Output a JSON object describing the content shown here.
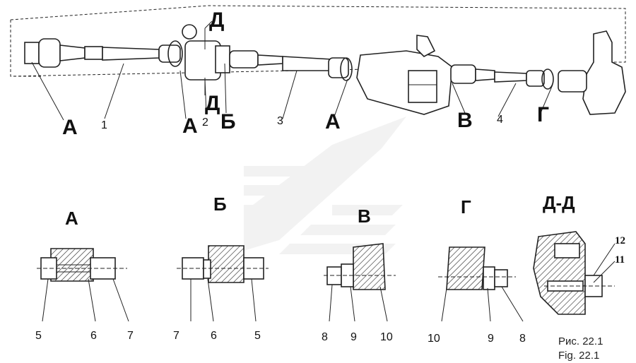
{
  "callouts": {
    "section_mark_top": "Д",
    "section_mark_bottom": "Д",
    "view_a_1": "А",
    "part_1": "1",
    "view_a_2": "А",
    "part_2": "2",
    "view_b": "Б",
    "part_3": "3",
    "view_a_3": "А",
    "view_v": "В",
    "part_4": "4",
    "view_g": "Г"
  },
  "detail_titles": {
    "a": "А",
    "b": "Б",
    "v": "В",
    "g": "Г",
    "dd": "Д-Д"
  },
  "detail_labels": {
    "a": [
      "5",
      "6",
      "7"
    ],
    "b": [
      "7",
      "6",
      "5"
    ],
    "v": [
      "8",
      "9",
      "10"
    ],
    "g": [
      "10",
      "9",
      "8"
    ],
    "dd": [
      "12",
      "11"
    ]
  },
  "caption": {
    "ru": "Рис. 22.1",
    "en": "Fig. 22.1"
  }
}
